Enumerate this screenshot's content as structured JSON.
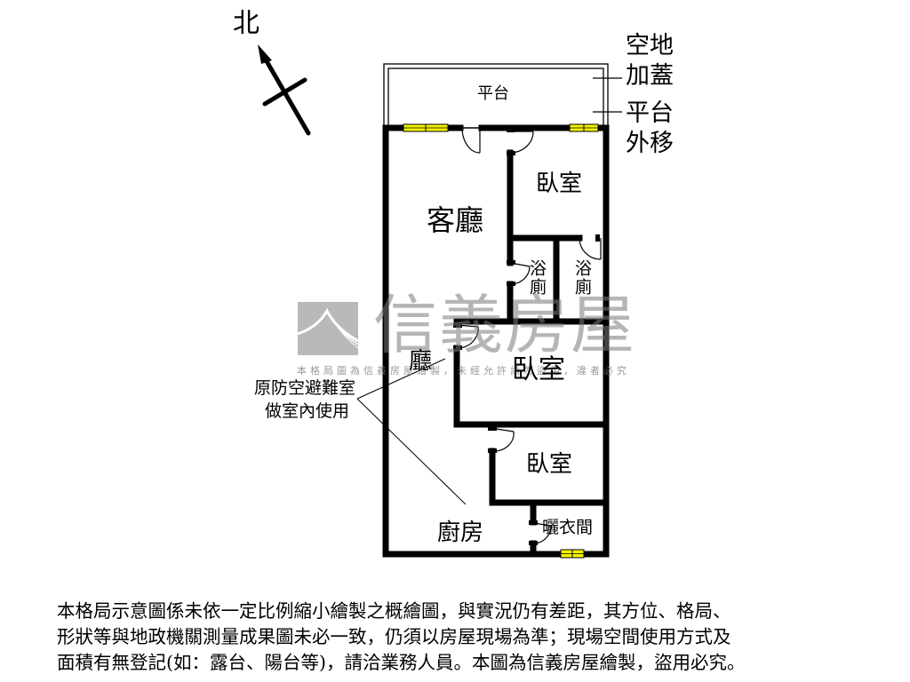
{
  "compass": {
    "north_label": "北",
    "icon": "north-arrow-icon"
  },
  "annotations": {
    "open_land_addition": [
      "空地",
      "加蓋"
    ],
    "platform_moved_out": [
      "平台",
      "外移"
    ],
    "shelter_note": [
      "原防空避難室",
      "做室內使用"
    ]
  },
  "rooms": {
    "platform": "平台",
    "living_room": "客廳",
    "bedroom_1": "臥室",
    "bathroom_1": "浴廁",
    "bathroom_2": "浴廁",
    "hall": "廳",
    "bedroom_2": "臥室",
    "bedroom_3": "臥室",
    "kitchen": "廚房",
    "laundry": "曬衣間"
  },
  "watermark": {
    "brand": "信義房屋",
    "notice": "本格局圖為信義房屋繪製，未經允許請勿盜用，違者必究"
  },
  "colors": {
    "wall": "#000000",
    "window": "#f2f200",
    "watermark": "#8c8c8c"
  },
  "disclaimer": {
    "lines": [
      "本格局示意圖係未依一定比例縮小繪製之概繪圖，與實況仍有差距，其方位、格局、",
      "形狀等與地政機關測量成果圖未必一致，仍須以房屋現場為準；現場空間使用方式及",
      "面積有無登記(如：露台、陽台等)，請洽業務人員。本圖為信義房屋繪製，盜用必究。"
    ]
  }
}
